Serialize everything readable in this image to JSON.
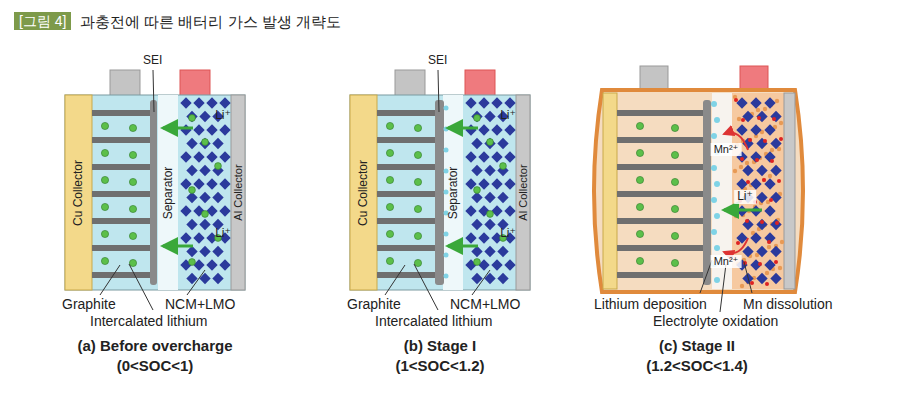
{
  "diagram": {
    "title": "과충전에 따른 배터리 가스 발생 개략도",
    "nodes": [
      {
        "text": [
          "Cu Collector"
        ]
      },
      {
        "text": [
          "Separator"
        ]
      },
      {
        "text": [
          "Al Collector"
        ]
      },
      {
        "text": [
          "Cu Collector"
        ]
      },
      {
        "text": [
          "Separator"
        ]
      },
      {
        "text": [
          "Al Collector"
        ]
      }
    ],
    "labels": [
      "[그림 4]",
      "SEI",
      "Li⁺",
      "Li⁺",
      "Graphite",
      "NCM+LMO",
      "Intercalated lithium",
      "(a) Before overcharge",
      "(0<SOC<1)",
      "SEI",
      "Li⁺",
      "Li⁺",
      "Graphite",
      "NCM+LMO",
      "Intercalated lithium",
      "(b) Stage I",
      "(1<SOC<1.2)",
      "Mn²⁺",
      "Li⁺",
      "Mn²⁺",
      "Lithium deposition",
      "Mn dissolution",
      "Electrolyte oxidation",
      "(c) Stage II",
      "(1.2<SOC<1.4)"
    ]
  }
}
